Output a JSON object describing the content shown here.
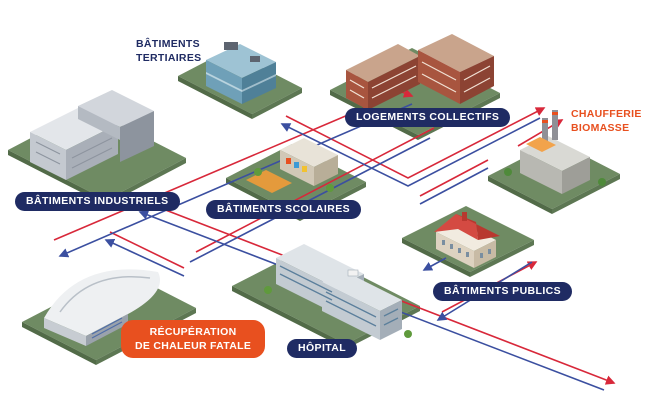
{
  "colors": {
    "navy": "#1f2b63",
    "orange": "#e8501f",
    "supply_line": "#d8283a",
    "return_line": "#3b4fa0",
    "ground": "#6f8b63",
    "ground_edge": "#526b48"
  },
  "labels": {
    "tertiaires_line1": "BÂTIMENTS",
    "tertiaires_line2": "TERTIAIRES",
    "logements": "LOGEMENTS COLLECTIFS",
    "chaufferie_line1": "CHAUFFERIE",
    "chaufferie_line2": "BIOMASSE",
    "industriels": "BÂTIMENTS INDUSTRIELS",
    "scolaires": "BÂTIMENTS SCOLAIRES",
    "publics": "BÂTIMENTS PUBLICS",
    "recuperation_line1": "RÉCUPÉRATION",
    "recuperation_line2": "DE CHALEUR FATALE",
    "hopital": "HÔPITAL"
  }
}
